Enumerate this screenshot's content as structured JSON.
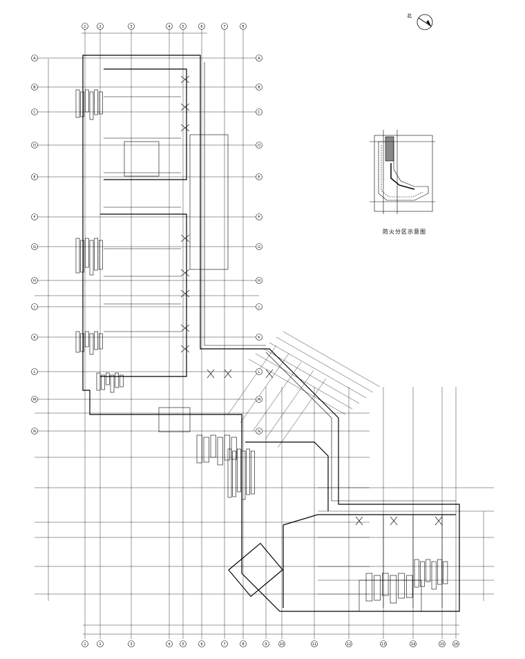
{
  "drawing": {
    "north_label": "北",
    "key_plan_caption": "防火分区示意图"
  },
  "grid_axes": {
    "top": [
      "1",
      "2",
      "3",
      "4",
      "5",
      "6",
      "7",
      "8"
    ],
    "left": [
      "A",
      "B",
      "C",
      "D",
      "E",
      "F",
      "G",
      "H",
      "J",
      "K",
      "L",
      "M",
      "N"
    ],
    "bottom": [
      "1",
      "2",
      "3",
      "4",
      "5",
      "6",
      "7",
      "8",
      "9",
      "10",
      "11",
      "12",
      "13",
      "14",
      "15",
      "16"
    ]
  }
}
